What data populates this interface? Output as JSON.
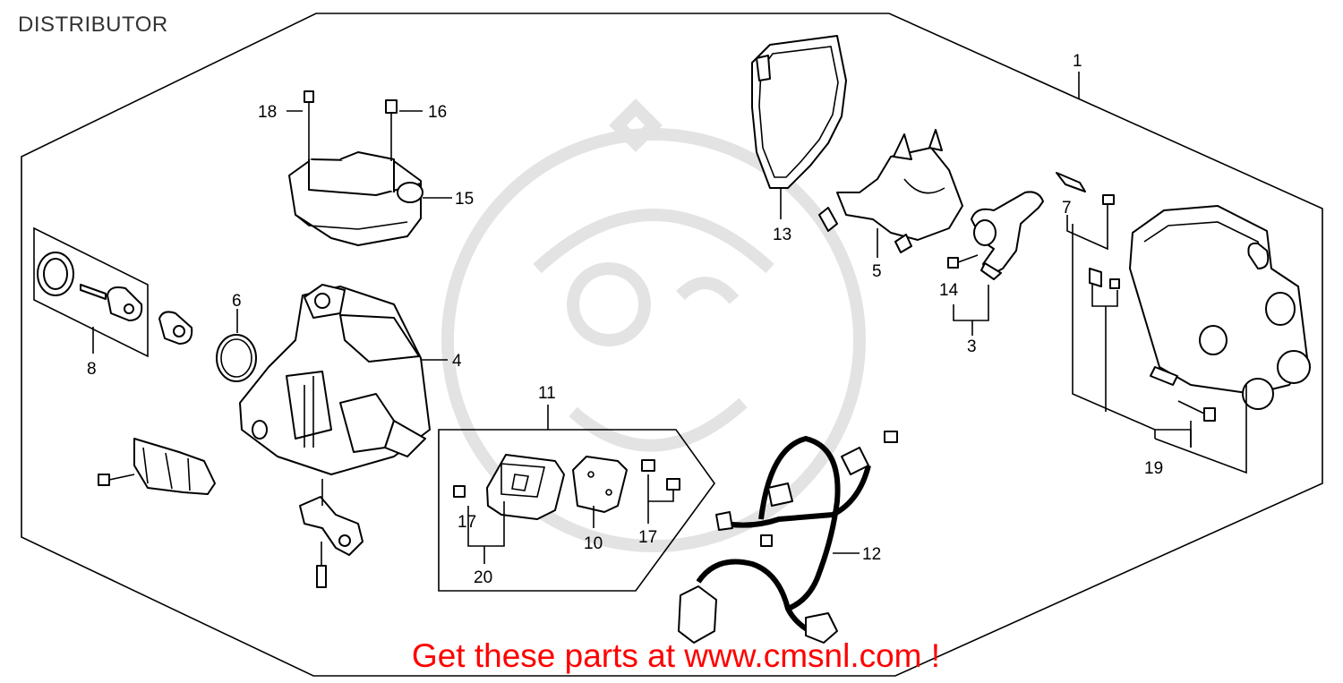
{
  "title": "DISTRIBUTOR",
  "promo": "Get these parts at www.cmsnl.com !",
  "watermark_icon": "cmsnl-mascot-watermark",
  "labels": {
    "p1": "1",
    "p3": "3",
    "p4": "4",
    "p5": "5",
    "p6": "6",
    "p7": "7",
    "p8": "8",
    "p10": "10",
    "p11": "11",
    "p12": "12",
    "p13": "13",
    "p14": "14",
    "p15": "15",
    "p16": "16",
    "p17a": "17",
    "p17b": "17",
    "p18": "18",
    "p19": "19",
    "p20": "20"
  },
  "colors": {
    "promo": "#ff0000",
    "line": "#000000",
    "watermark": "#e3e3e3"
  }
}
